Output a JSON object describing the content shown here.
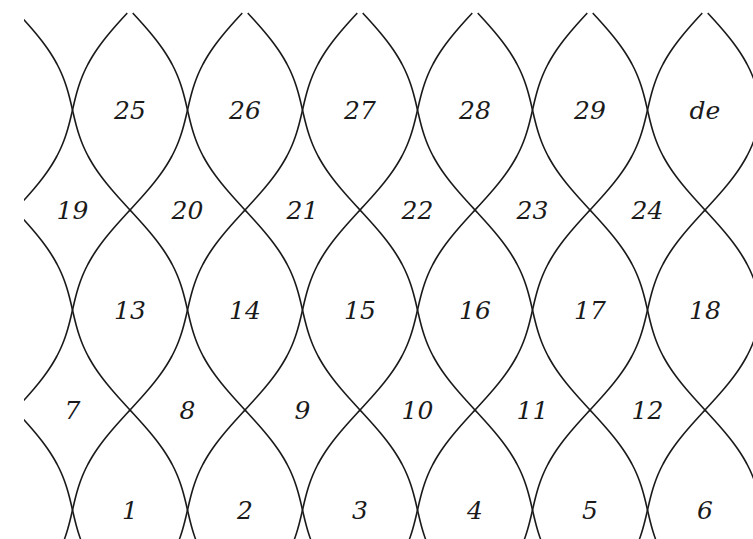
{
  "diagram": {
    "labels": [
      "25",
      "26",
      "27",
      "28",
      "29",
      "de",
      "19",
      "20",
      "21",
      "22",
      "23",
      "24",
      "13",
      "14",
      "15",
      "16",
      "17",
      "18",
      "7",
      "8",
      "9",
      "10",
      "11",
      "12",
      "1",
      "2",
      "3",
      "4",
      "5",
      "6"
    ]
  }
}
